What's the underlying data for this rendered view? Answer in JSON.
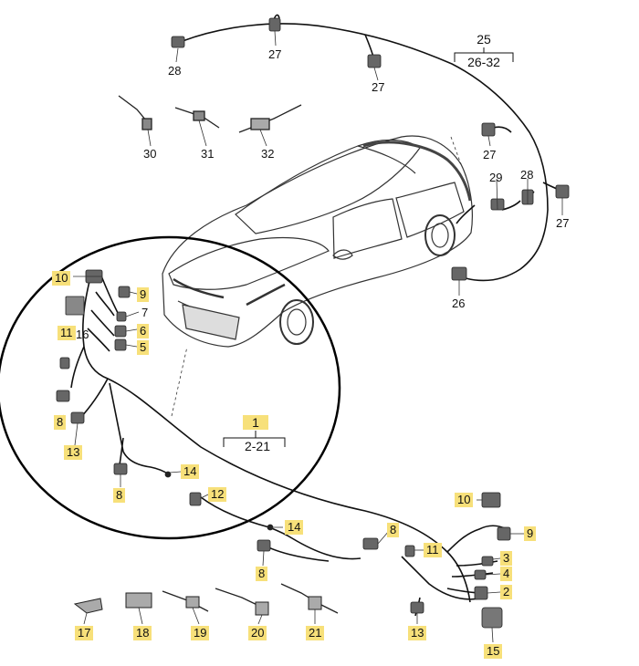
{
  "groups": [
    {
      "id": "g25",
      "number": "25",
      "range": "26-32"
    },
    {
      "id": "g1",
      "number": "1",
      "range": "2-21"
    }
  ],
  "callouts": [
    {
      "id": "c28a",
      "text": "28",
      "highlight": false
    },
    {
      "id": "c27a",
      "text": "27",
      "highlight": false
    },
    {
      "id": "c27b",
      "text": "27",
      "highlight": false
    },
    {
      "id": "c30",
      "text": "30",
      "highlight": false
    },
    {
      "id": "c31",
      "text": "31",
      "highlight": false
    },
    {
      "id": "c32",
      "text": "32",
      "highlight": false
    },
    {
      "id": "c27c",
      "text": "27",
      "highlight": false
    },
    {
      "id": "c29",
      "text": "29",
      "highlight": false
    },
    {
      "id": "c28b",
      "text": "28",
      "highlight": false
    },
    {
      "id": "c27d",
      "text": "27",
      "highlight": false
    },
    {
      "id": "c26",
      "text": "26",
      "highlight": false
    },
    {
      "id": "c10a",
      "text": "10",
      "highlight": true
    },
    {
      "id": "c9a",
      "text": "9",
      "highlight": true
    },
    {
      "id": "c7a",
      "text": "7",
      "highlight": false
    },
    {
      "id": "c6a",
      "text": "6",
      "highlight": true
    },
    {
      "id": "c5a",
      "text": "5",
      "highlight": true
    },
    {
      "id": "c11a",
      "text": "11",
      "highlight": true
    },
    {
      "id": "c16",
      "text": "16",
      "highlight": false
    },
    {
      "id": "c8a",
      "text": "8",
      "highlight": true
    },
    {
      "id": "c13a",
      "text": "13",
      "highlight": true
    },
    {
      "id": "c8b",
      "text": "8",
      "highlight": true
    },
    {
      "id": "c14a",
      "text": "14",
      "highlight": true
    },
    {
      "id": "c12",
      "text": "12",
      "highlight": true
    },
    {
      "id": "c14b",
      "text": "14",
      "highlight": true
    },
    {
      "id": "c8c",
      "text": "8",
      "highlight": true
    },
    {
      "id": "c8d",
      "text": "8",
      "highlight": true
    },
    {
      "id": "c11b",
      "text": "11",
      "highlight": true
    },
    {
      "id": "c10b",
      "text": "10",
      "highlight": true
    },
    {
      "id": "c9b",
      "text": "9",
      "highlight": true
    },
    {
      "id": "c3",
      "text": "3",
      "highlight": true
    },
    {
      "id": "c4",
      "text": "4",
      "highlight": true
    },
    {
      "id": "c2",
      "text": "2",
      "highlight": true
    },
    {
      "id": "c17",
      "text": "17",
      "highlight": true
    },
    {
      "id": "c18",
      "text": "18",
      "highlight": true
    },
    {
      "id": "c19",
      "text": "19",
      "highlight": true
    },
    {
      "id": "c20",
      "text": "20",
      "highlight": true
    },
    {
      "id": "c21",
      "text": "21",
      "highlight": true
    },
    {
      "id": "c13b",
      "text": "13",
      "highlight": true
    },
    {
      "id": "c15",
      "text": "15",
      "highlight": true
    }
  ],
  "colors": {
    "highlight": "#f7e07a",
    "line": "#111111",
    "part": "#555555"
  }
}
